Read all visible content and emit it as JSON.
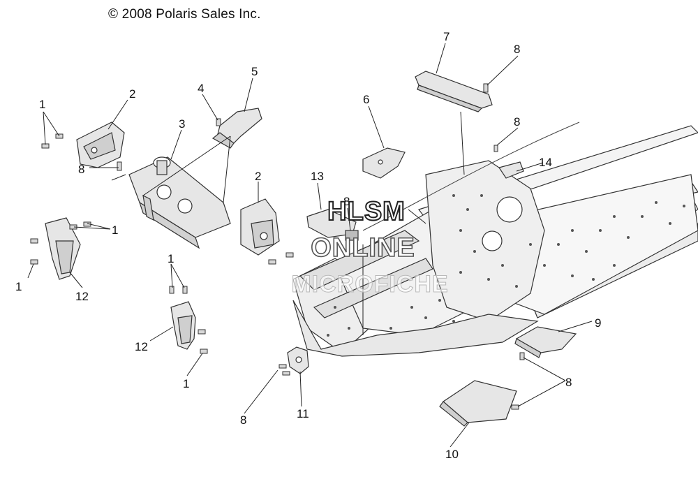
{
  "copyright": "© 2008 Polaris Sales Inc.",
  "watermark": {
    "line1": "HLSM",
    "line2": "ONLINE",
    "line3": "MICROFICHE"
  },
  "callouts": [
    "1",
    "2",
    "3",
    "4",
    "5",
    "6",
    "7",
    "8",
    "9",
    "10",
    "11",
    "12",
    "13",
    "14"
  ],
  "colors": {
    "line": "#333333",
    "part_fill": "#e6e6e6",
    "frame_fill": "#f4f4f4"
  }
}
